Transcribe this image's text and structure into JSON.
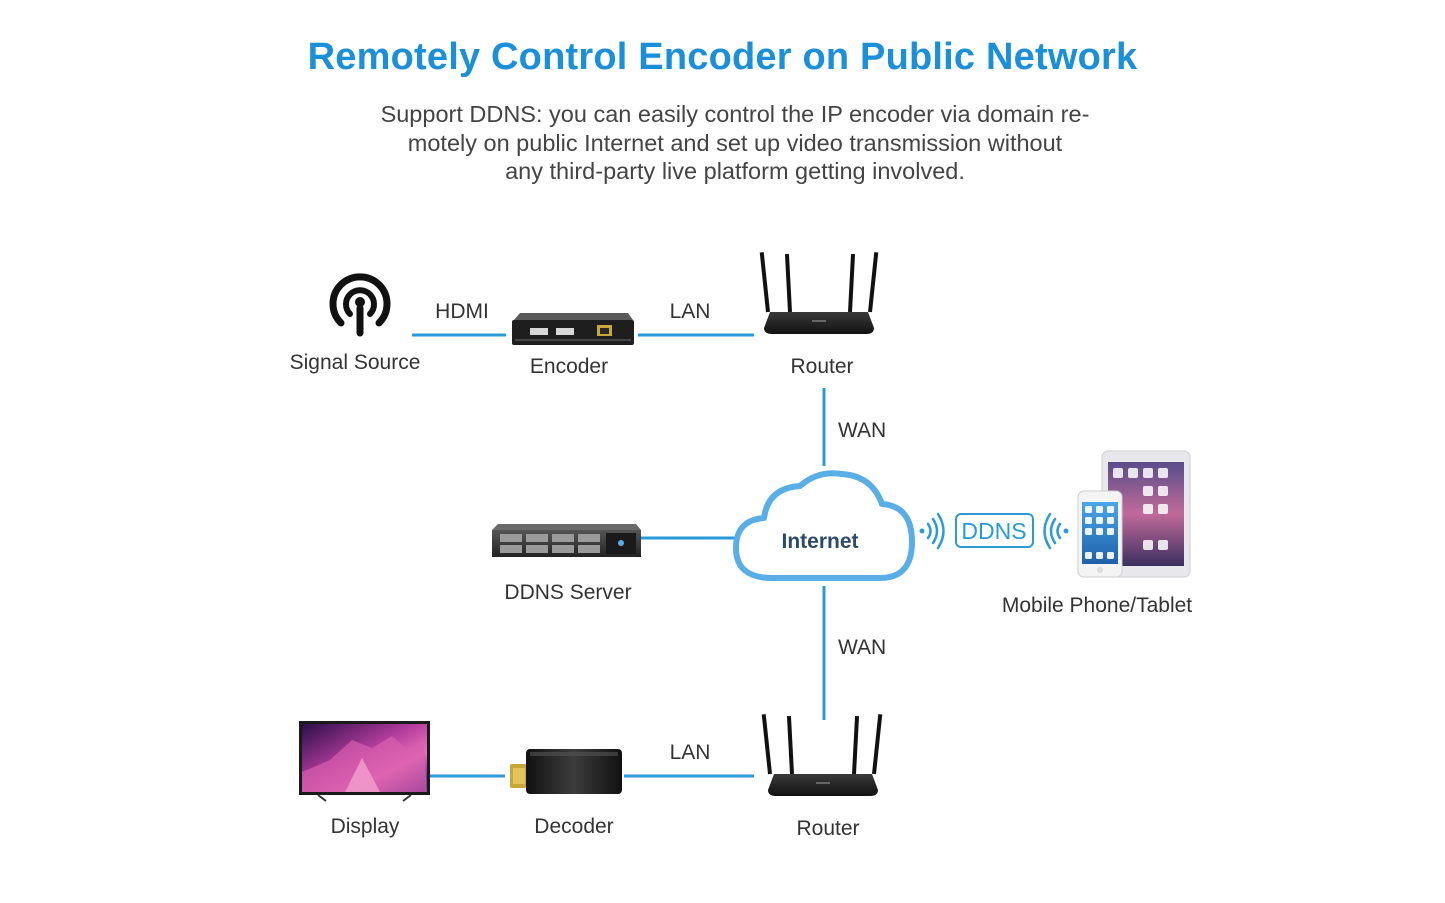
{
  "header": {
    "title": "Remotely Control Encoder on Public Network",
    "description_lines": [
      "Support DDNS: you can easily control the IP encoder via domain re-",
      "motely on public Internet and set up video transmission without",
      "any third-party live platform getting involved."
    ]
  },
  "nodes": {
    "signal_source": "Signal Source",
    "encoder": "Encoder",
    "router_top": "Router",
    "ddns_server": "DDNS Server",
    "internet": "Internet",
    "mobile": "Mobile Phone/Tablet",
    "display": "Display",
    "decoder": "Decoder",
    "router_bottom": "Router"
  },
  "links": {
    "hdmi": "HDMI",
    "lan_top": "LAN",
    "wan_top": "WAN",
    "wan_bottom": "WAN",
    "lan_bottom": "LAN",
    "ddns": "DDNS"
  },
  "colors": {
    "accent": "#1b8fd8",
    "line": "#2a9bd8",
    "cloud": "#5aaee6"
  }
}
